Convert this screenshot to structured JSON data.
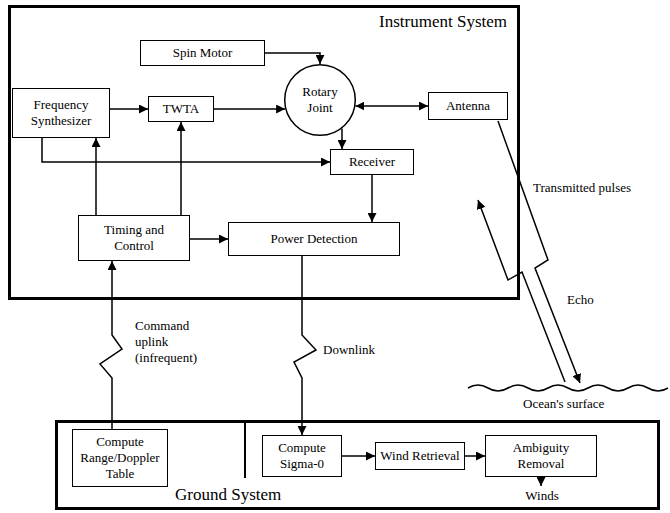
{
  "diagram": {
    "nodes": [
      {
        "text": [
          "Instrument System"
        ]
      },
      {
        "text": [
          "Spin Motor"
        ],
        "in": 0
      },
      {
        "text": [
          "Frequency Synthesizer"
        ],
        "in": 0
      },
      {
        "text": [
          "TWTA"
        ],
        "in": 0
      },
      {
        "text": [
          "Rotary Joint"
        ],
        "in": 0
      },
      {
        "text": [
          "Antenna"
        ],
        "in": 0
      },
      {
        "text": [
          "Receiver"
        ],
        "in": 0
      },
      {
        "text": [
          "Timing and Control"
        ],
        "in": 0
      },
      {
        "text": [
          "Power Detection"
        ],
        "in": 0
      },
      {
        "text": [
          "Ground System"
        ]
      },
      {
        "text": [
          "Compute Range/Doppler Table"
        ],
        "in": 9
      },
      {
        "text": [
          "Compute Sigma-0"
        ],
        "in": 9
      },
      {
        "text": [
          "Wind Retrieval"
        ],
        "in": 9
      },
      {
        "text": [
          "Ambiguity Removal"
        ],
        "in": 9
      }
    ],
    "edges": [
      {
        "from": 1,
        "to": 4,
        "arrow": "to"
      },
      {
        "from": 2,
        "to": 3,
        "arrow": "to"
      },
      {
        "from": 3,
        "to": 4,
        "arrow": "to"
      },
      {
        "from": 4,
        "to": 5,
        "arrow": "both"
      },
      {
        "from": 4,
        "to": 6,
        "arrow": "to"
      },
      {
        "from": 2,
        "to": 6,
        "arrow": "to"
      },
      {
        "from": 7,
        "to": 2,
        "arrow": "to"
      },
      {
        "from": 7,
        "to": 3,
        "arrow": "to"
      },
      {
        "from": 7,
        "to": 8,
        "arrow": "to"
      },
      {
        "from": 6,
        "to": 8,
        "arrow": "to"
      },
      {
        "from": 8,
        "to": 11,
        "label": "Downlink",
        "arrow": "to"
      },
      {
        "from": 10,
        "to": 7,
        "label": "Command uplink (infrequent)",
        "arrow": "to"
      },
      {
        "from": 11,
        "to": 12,
        "arrow": "to"
      },
      {
        "from": 12,
        "to": 13,
        "arrow": "to"
      }
    ],
    "labels": [
      "Transmitted pulses",
      "Echo",
      "Ocean's surface",
      "Winds"
    ]
  }
}
